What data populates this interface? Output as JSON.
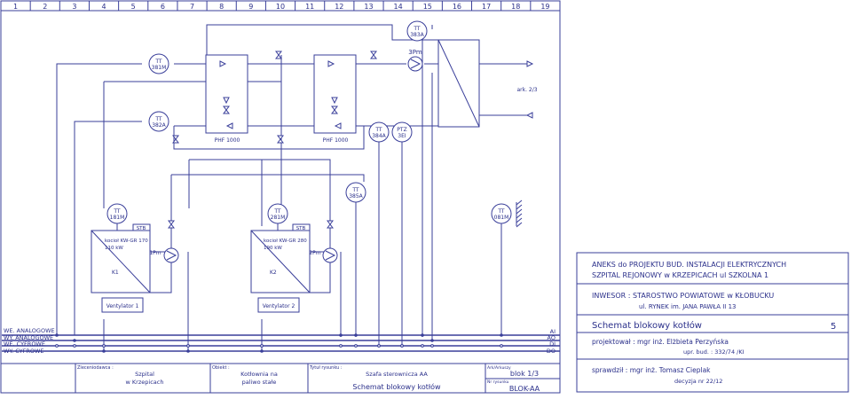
{
  "colors": {
    "line": "#3a3f9a",
    "text": "#2a2f8a",
    "background": "#ffffff"
  },
  "columns": [
    "1",
    "2",
    "3",
    "4",
    "5",
    "6",
    "7",
    "8",
    "9",
    "10",
    "11",
    "12",
    "13",
    "14",
    "15",
    "16",
    "17",
    "18",
    "19"
  ],
  "sensors": {
    "tt_381m": [
      "TT",
      "381M"
    ],
    "tt_382a": [
      "TT",
      "382A"
    ],
    "tt_383a": [
      "TT",
      "383A"
    ],
    "tt_384a": [
      "TT",
      "384A"
    ],
    "ptz_3ei": [
      "PTZ",
      "3EI"
    ],
    "tt_385a": [
      "TT",
      "385A"
    ],
    "tt_181m": [
      "TT",
      "181M"
    ],
    "tt_281m": [
      "TT",
      "281M"
    ],
    "tt_081m": [
      "TT",
      "081M"
    ]
  },
  "pumps": {
    "p3": "3Pm",
    "p1": "1Pm",
    "p2": "2Pm"
  },
  "exchangers": {
    "phf1": "PHF 1000",
    "phf2": "PHF 1000"
  },
  "arkusz_ref": "ark. 2/3",
  "boilers": {
    "k1": {
      "stb": "STB",
      "title": "kocioł KW-GR 170",
      "power": "110 kW",
      "id": "K1",
      "fan": "Ventylator 1"
    },
    "k2": {
      "stb": "STB",
      "title": "kocioł KW-GR 280",
      "power": "190 kW",
      "id": "K2",
      "fan": "Ventylator 2"
    }
  },
  "bus": {
    "left": [
      "WE. ANALOGOWE",
      "WY. ANALOGOWE",
      "WE. CYFROWE",
      "WY. CYFROWE"
    ],
    "right": [
      "AI",
      "AO",
      "DI",
      "DO"
    ]
  },
  "footer": {
    "zleceniodawca_label": "Zleceniodawca :",
    "zleceniodawca": [
      "Szpital",
      "w Krzepicach"
    ],
    "obiekt_label": "Obiekt :",
    "obiekt": [
      "Kotłownia na",
      "paliwo stałe"
    ],
    "tytul_label": "Tytuł rysunku :",
    "tytul_top": "Szafa sterownicza AA",
    "tytul_main": "Schemat blokowy kotłów",
    "arkusz_label": "Ark/Arkuszy",
    "arkusz": "blok 1/3",
    "nr_label": "Nr rysunku",
    "nr": "BLOK-AA"
  },
  "title_block": {
    "annex": [
      "ANEKS do PROJEKTU  BUD. INSTALACJI ELEKTRYCZNYCH",
      "SZPITAL REJONOWY w KRZEPICACH ul SZKOLNA 1"
    ],
    "investor": [
      "INWESOR :  STAROSTWO POWIATOWE  w  KŁOBUCKU",
      "ul. RYNEK im. JANA PAWŁA II  13"
    ],
    "drawing_title": "Schemat blokowy kotłów",
    "sheet_no": "5",
    "designer": [
      "projektował :  mgr inż. Elżbieta Perzyńska",
      "upr. bud. : 332/74 /KI"
    ],
    "checker": [
      "sprawdził :   mgr inż. Tomasz Cieplak",
      "decyzja  nr 22/12"
    ]
  }
}
